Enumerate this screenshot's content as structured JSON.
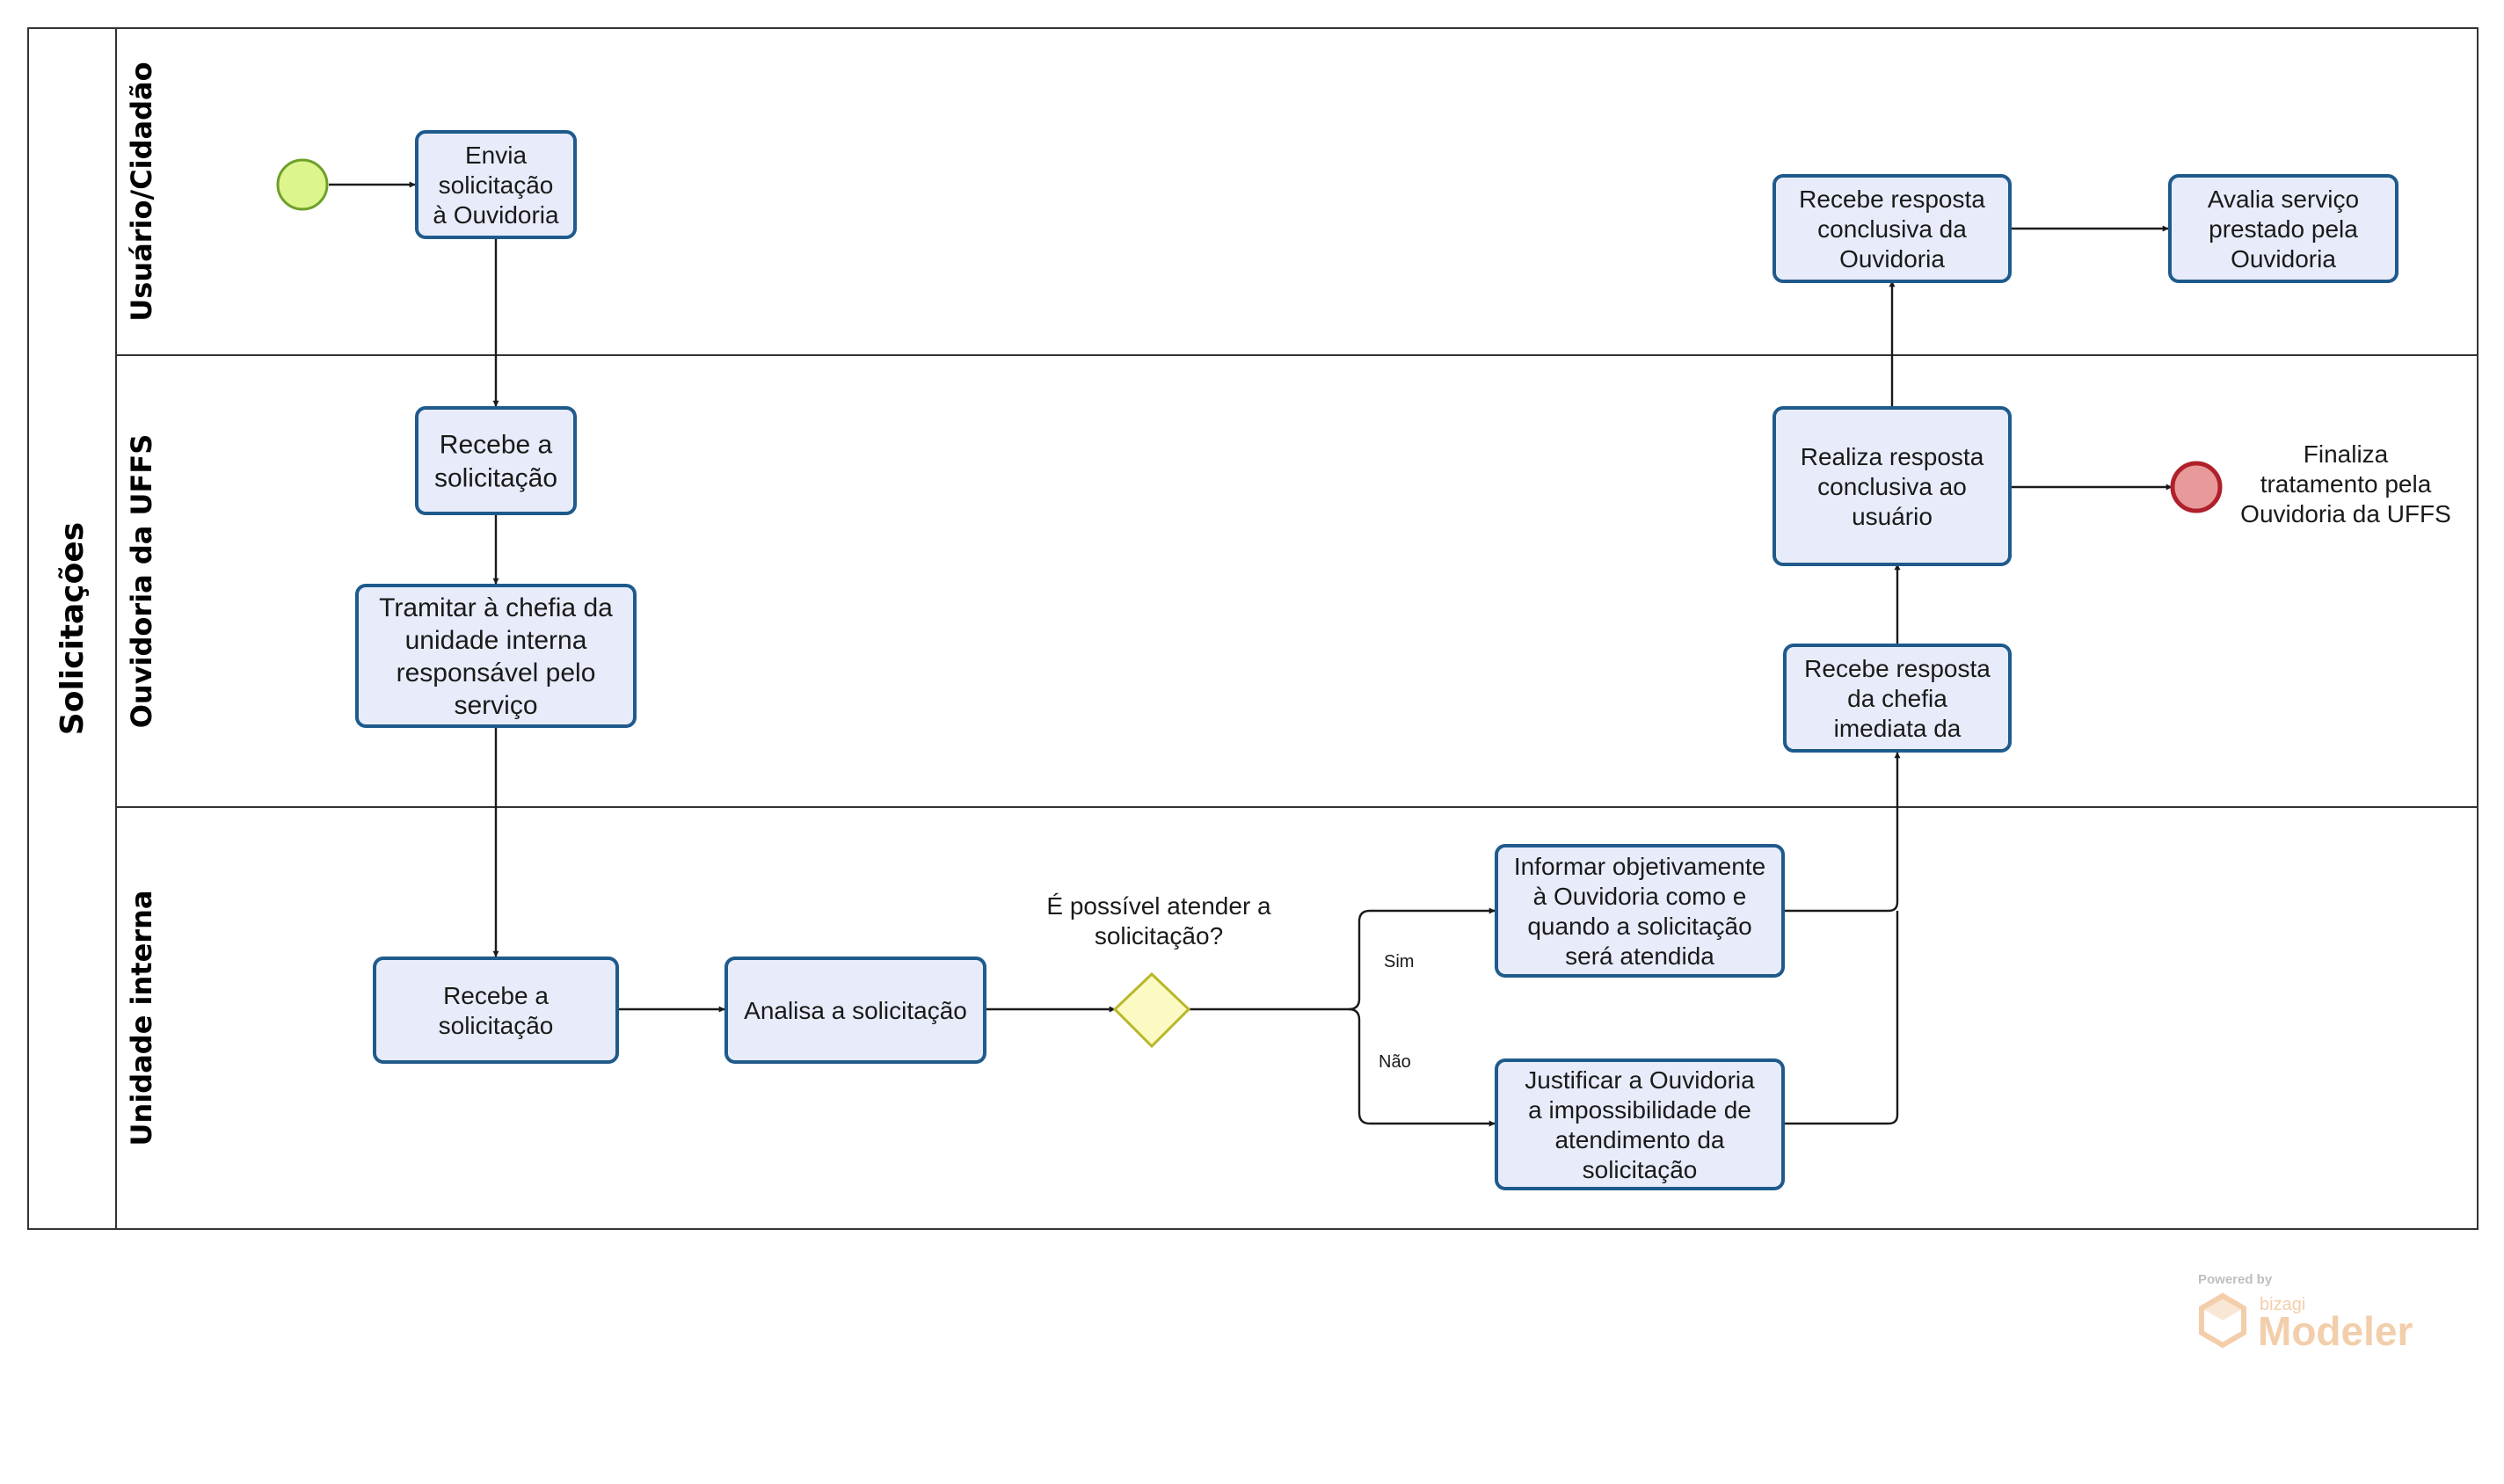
{
  "pool": {
    "title": "Solicitações"
  },
  "lanes": [
    {
      "id": "usuario",
      "label": "Usuário/Cidadão"
    },
    {
      "id": "ouvidoria",
      "label": "Ouvidoria da UFFS"
    },
    {
      "id": "unidade",
      "label": "Unidade interna"
    }
  ],
  "tasks": {
    "envia": [
      "Envia",
      "solicitação",
      "à Ouvidoria"
    ],
    "recebe_resposta_usuario": [
      "Recebe resposta",
      "conclusiva da",
      "Ouvidoria"
    ],
    "avalia": [
      "Avalia serviço",
      "prestado pela",
      "Ouvidoria"
    ],
    "recebe_ouvidoria": [
      "Recebe a",
      "solicitação"
    ],
    "tramitar": [
      "Tramitar à chefia da",
      "unidade interna",
      "responsável pelo",
      "serviço"
    ],
    "realiza_resposta": [
      "Realiza resposta",
      "conclusiva ao",
      "usuário"
    ],
    "recebe_chefia": [
      "Recebe resposta",
      "da chefia",
      "imediata da"
    ],
    "recebe_unidade": [
      "Recebe a",
      "solicitação"
    ],
    "analisa": [
      "Analisa a solicitação"
    ],
    "informar": [
      "Informar objetivamente",
      "à Ouvidoria como e",
      "quando a solicitação",
      "será atendida"
    ],
    "justificar": [
      "Justificar a Ouvidoria",
      "a impossibilidade de",
      "atendimento da",
      "solicitação"
    ]
  },
  "gateway": {
    "question": [
      "É possível atender a",
      "solicitação?"
    ]
  },
  "end_event": {
    "label": [
      "Finaliza",
      "tratamento pela",
      "Ouvidoria da UFFS"
    ]
  },
  "flow_labels": {
    "sim": "Sim",
    "nao": "Não"
  },
  "watermark": {
    "powered": "Powered by",
    "brand": "bizagi",
    "product": "Modeler"
  },
  "colors": {
    "start_fill": "#dcf58c",
    "start_stroke": "#6ea02a",
    "end_fill": "#e89a9a",
    "end_stroke": "#b0202a",
    "gateway_fill": "#fafac2",
    "gateway_stroke": "#b8b82a",
    "task_fill": "#e8ecfa",
    "task_stroke": "#1f5a8c"
  }
}
